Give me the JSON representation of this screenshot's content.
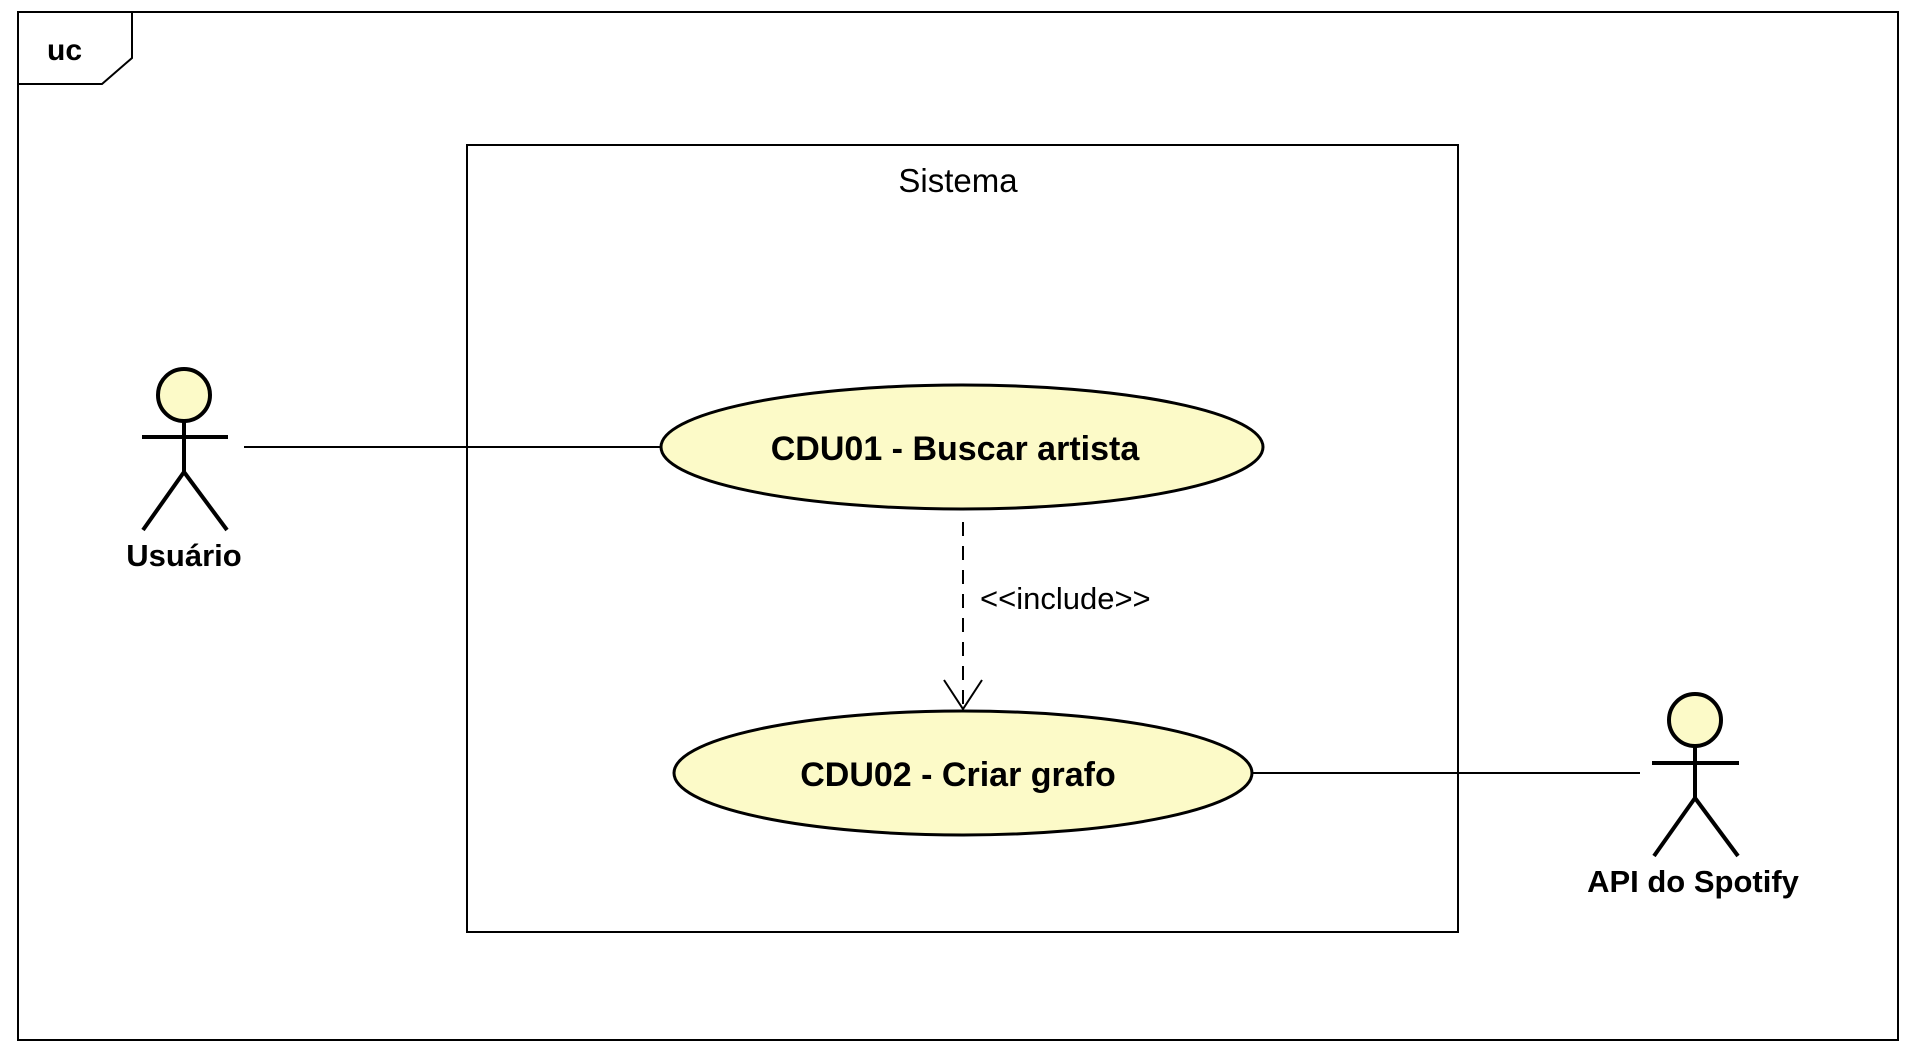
{
  "diagram": {
    "frame_tag": "uc",
    "system": {
      "title": "Sistema"
    },
    "use_cases": [
      {
        "label": "CDU01 - Buscar artista"
      },
      {
        "label": "CDU02 - Criar grafo"
      }
    ],
    "actors": [
      {
        "label": "Usuário"
      },
      {
        "label": "API do Spotify"
      }
    ],
    "relationships": [
      {
        "type": "association",
        "from": "Usuário",
        "to": "CDU01 - Buscar artista"
      },
      {
        "type": "include",
        "label": "<<include>>",
        "from": "CDU01 - Buscar artista",
        "to": "CDU02 - Criar grafo"
      },
      {
        "type": "association",
        "from": "CDU02 - Criar grafo",
        "to": "API do Spotify"
      }
    ]
  },
  "colors": {
    "use_case_fill": "#FCFAC8",
    "actor_fill": "#FCFAC8",
    "stroke": "#000000",
    "background": "#FFFFFF"
  }
}
